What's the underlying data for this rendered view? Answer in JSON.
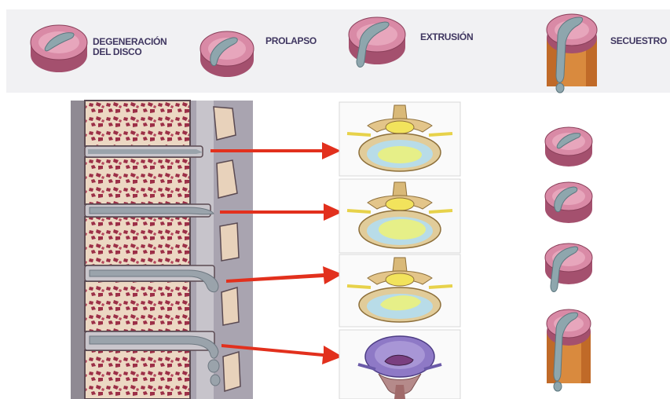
{
  "stages": [
    {
      "label": "DEGENERACIÓN\nDEL DISCO"
    },
    {
      "label": "PROLAPSO"
    },
    {
      "label": "EXTRUSIÓN"
    },
    {
      "label": "SECUESTRO"
    }
  ],
  "colors": {
    "disc_pink": "#cf7d9a",
    "disc_dark": "#a4506e",
    "nucleus_gray": "#8ea6ad",
    "bone_bg": "#ecd8c3",
    "bone_pores": "#9c2f47",
    "arrow_red": "#e2301d",
    "label_text": "#3f3660"
  }
}
